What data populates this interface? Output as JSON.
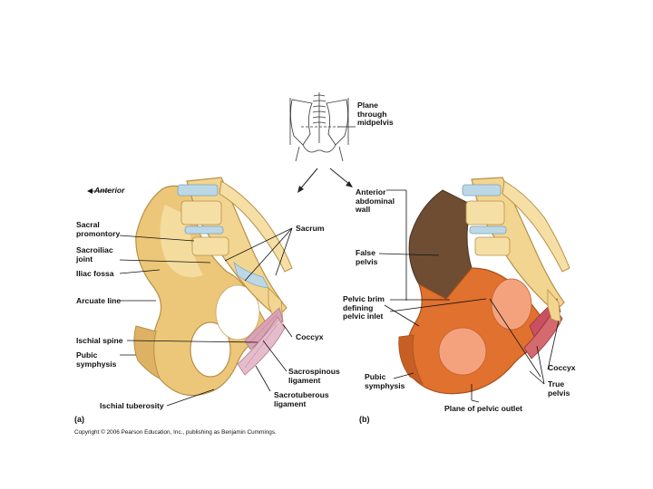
{
  "inset": {
    "label": "Plane\nthrough\nmidpelvis"
  },
  "panel_a": {
    "tag": "(a)",
    "labels": {
      "anterior": "Anterior",
      "sacral_promontory": "Sacral\npromontory",
      "sacroiliac_joint": "Sacroiliac\njoint",
      "iliac_fossa": "Iliac fossa",
      "arcuate_line": "Arcuate line",
      "ischial_spine": "Ischial spine",
      "pubic_symphysis": "Pubic\nsymphysis",
      "ischial_tuberosity": "Ischial tuberosity",
      "sacrum": "Sacrum",
      "coccyx": "Coccyx",
      "sacrospinous_ligament": "Sacrospinous\nligament",
      "sacrotuberous_ligament": "Sacrotuberous\nligament"
    }
  },
  "panel_b": {
    "tag": "(b)",
    "labels": {
      "anterior_abdominal_wall": "Anterior\nabdominal\nwall",
      "false_pelvis": "False\npelvis",
      "pelvic_brim": "Pelvic brim\ndefining\npelvic inlet",
      "pubic_symphysis": "Pubic\nsymphysis",
      "plane_of_pelvic_outlet": "Plane of pelvic outlet",
      "coccyx": "Coccyx",
      "true_pelvis": "True\npelvis"
    }
  },
  "copyright": "Copyright © 2006 Pearson Education, Inc., publishing as Benjamin Cummings.",
  "colors": {
    "bone": "#ecc779",
    "bone_light": "#f6dfa5",
    "bone_edge": "#b89048",
    "ligament": "#d9a3b4",
    "vertebra": "#bcd8e6",
    "false_pelvis": "#6e4d33",
    "true_pelvis": "#e0712f",
    "outlet": "#f4a27e"
  }
}
